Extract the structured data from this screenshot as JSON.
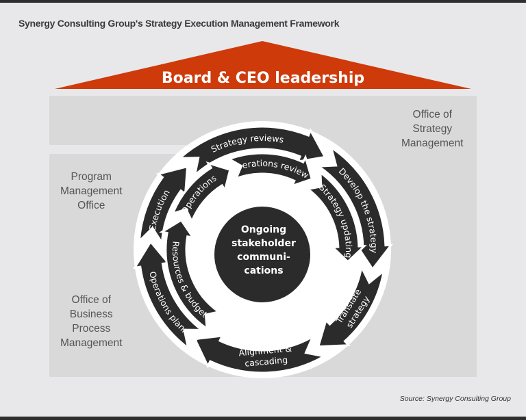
{
  "title": "Synergy Consulting Group's Strategy Execution Management Framework",
  "roof_label": "Board & CEO leadership",
  "offices": {
    "strategy": [
      "Office of",
      "Strategy",
      "Management"
    ],
    "program": [
      "Program",
      "Management",
      "Office"
    ],
    "business_process": [
      "Office of",
      "Business",
      "Process",
      "Management"
    ]
  },
  "outer_cycle": [
    "Strategy reviews",
    "Develop the strategy",
    "Translate strategy",
    "Alignment & cascading",
    "Operations planning",
    "Execution"
  ],
  "translate_lines": [
    "Translate",
    "strategy"
  ],
  "alignment_lines": [
    "Alignment &",
    "cascading"
  ],
  "inner_cycle": [
    "Resources & budget",
    "Operations",
    "Operations review",
    "Strategy updating"
  ],
  "center_lines": [
    "Ongoing",
    "stakeholder",
    "communi-",
    "cations"
  ],
  "source": "Source: Synergy Consulting Group",
  "colors": {
    "roof": "#cf3a0b",
    "ring": "#2b2b2b",
    "panel": "#d9d9d9",
    "background": "#e8e8ea"
  }
}
